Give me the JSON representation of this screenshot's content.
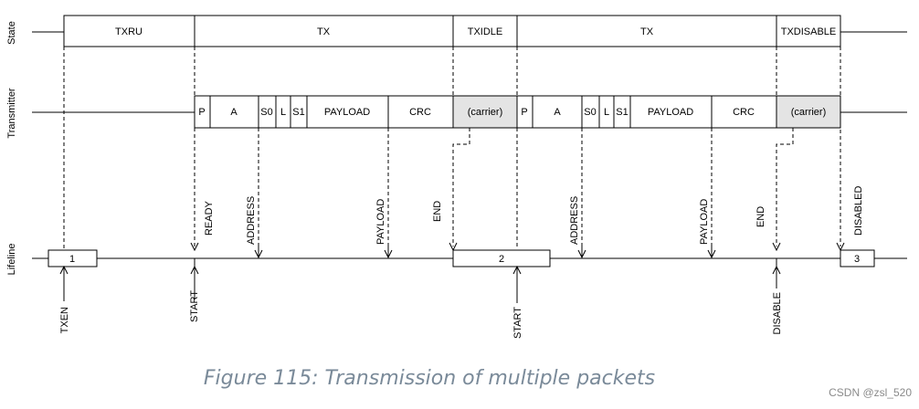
{
  "row_labels": {
    "state": "State",
    "transmitter": "Transmitter",
    "lifeline": "Lifeline"
  },
  "states": [
    "TXRU",
    "TX",
    "TXIDLE",
    "TX",
    "TXDISABLE"
  ],
  "packet_fields": [
    "P",
    "A",
    "S0",
    "L",
    "S1",
    "PAYLOAD",
    "CRC"
  ],
  "carrier_label": "(carrier)",
  "lifeline_markers": [
    "1",
    "2",
    "3"
  ],
  "events_above": [
    "READY",
    "ADDRESS",
    "PAYLOAD",
    "END",
    "ADDRESS",
    "PAYLOAD",
    "END",
    "DISABLED"
  ],
  "tasks_below": [
    "TXEN",
    "START",
    "START",
    "DISABLE"
  ],
  "caption": "Figure 115: Transmission of multiple packets",
  "watermark": "CSDN @zsl_520",
  "colors": {
    "carrier_fill": "#e4e4e4",
    "caption": "#7a8a99"
  }
}
